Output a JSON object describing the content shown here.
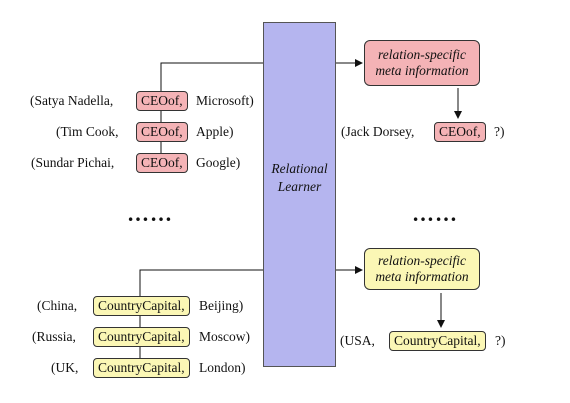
{
  "learner": {
    "line1": "Relational",
    "line2": "Learner"
  },
  "ceo_group": {
    "relation": "CEOof,",
    "rows": [
      {
        "head": "(Satya Nadella,",
        "tail": "Microsoft)"
      },
      {
        "head": "(Tim Cook,",
        "tail": "Apple)"
      },
      {
        "head": "(Sundar Pichai,",
        "tail": "Google)"
      }
    ],
    "meta": {
      "line1": "relation-specific",
      "line2": "meta information"
    },
    "query": {
      "head": "(Jack Dorsey,",
      "tail": "?)"
    }
  },
  "capital_group": {
    "relation": "CountryCapital,",
    "rows": [
      {
        "head": "(China,",
        "tail": "Beijing)"
      },
      {
        "head": "(Russia,",
        "tail": "Moscow)"
      },
      {
        "head": "(UK,",
        "tail": "London)"
      }
    ],
    "meta": {
      "line1": "relation-specific",
      "line2": "meta information"
    },
    "query": {
      "head": "(USA,",
      "tail": "?)"
    }
  },
  "ellipsis": "……",
  "colors": {
    "learner_fill": "#b5b5ef",
    "ceo_fill": "#f4b3b6",
    "capital_fill": "#fbf7b5"
  }
}
